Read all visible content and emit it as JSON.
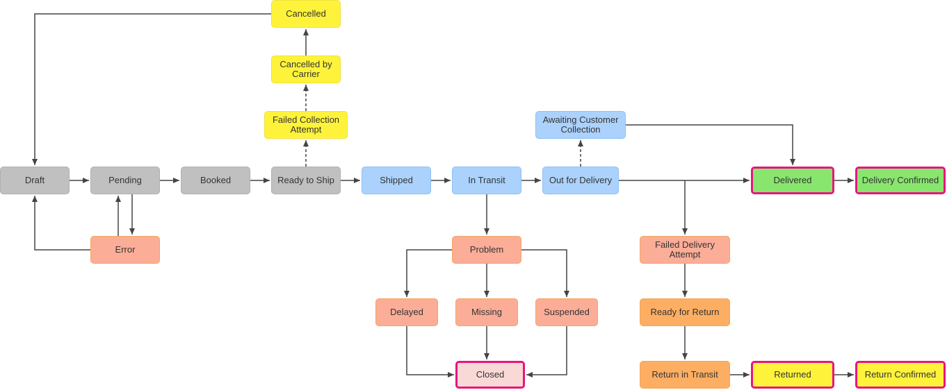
{
  "nodes": {
    "draft": "Draft",
    "pending": "Pending",
    "booked": "Booked",
    "ready_to_ship": "Ready to Ship",
    "shipped": "Shipped",
    "in_transit": "In Transit",
    "out_for_delivery": "Out for Delivery",
    "delivered": "Delivered",
    "delivery_confirmed": "Delivery Confirmed",
    "error": "Error",
    "cancelled": "Cancelled",
    "cancelled_by_carrier": "Cancelled by\nCarrier",
    "failed_collection_attempt": "Failed Collection\nAttempt",
    "awaiting_customer_collection": "Awaiting Customer\nCollection",
    "problem": "Problem",
    "delayed": "Delayed",
    "missing": "Missing",
    "suspended": "Suspended",
    "closed": "Closed",
    "failed_delivery_attempt": "Failed Delivery\nAttempt",
    "ready_for_return": "Ready for Return",
    "return_in_transit": "Return in Transit",
    "returned": "Returned",
    "return_confirmed": "Return Confirmed"
  },
  "colors": {
    "line": "#444444",
    "final_border": "#e8147e"
  }
}
